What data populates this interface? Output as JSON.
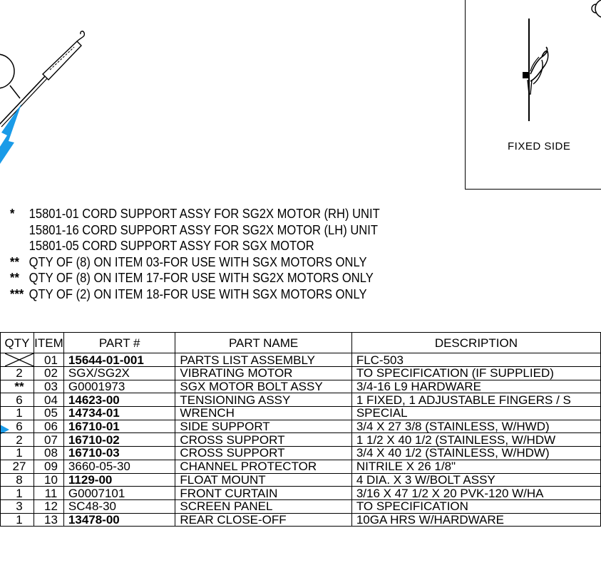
{
  "detail": {
    "label": "FIXED SIDE"
  },
  "notes": [
    {
      "mark": "*",
      "text": "15801-01 CORD SUPPORT ASSY FOR SG2X MOTOR (RH) UNIT"
    },
    {
      "mark": "",
      "text": "15801-16 CORD SUPPORT ASSY FOR SG2X MOTOR (LH) UNIT"
    },
    {
      "mark": "",
      "text": "15801-05 CORD SUPPORT ASSY FOR SGX MOTOR"
    },
    {
      "mark": "**",
      "text": "QTY OF (8) ON ITEM 03-FOR USE WITH SGX MOTORS ONLY"
    },
    {
      "mark": "**",
      "text": "QTY OF (8) ON ITEM 17-FOR USE WITH SG2X MOTORS ONLY"
    },
    {
      "mark": "***",
      "text": "QTY OF (2) ON ITEM 18-FOR USE WITH SGX MOTORS ONLY"
    }
  ],
  "table": {
    "headers": {
      "qty": "QTY",
      "item": "ITEM",
      "part": "PART #",
      "name": "PART NAME",
      "desc": "DESCRIPTION"
    },
    "rows": [
      {
        "qty": "",
        "item": "01",
        "part": "15644-01-001",
        "name": "PARTS LIST ASSEMBLY",
        "desc": "FLC-503"
      },
      {
        "qty": "2",
        "item": "02",
        "part": "SGX/SG2X",
        "name": "VIBRATING MOTOR",
        "desc": "TO SPECIFICATION (IF SUPPLIED)"
      },
      {
        "qty": "**",
        "item": "03",
        "part": "G0001973",
        "name": "SGX MOTOR BOLT ASSY",
        "desc": "3/4-16 L9 HARDWARE"
      },
      {
        "qty": "6",
        "item": "04",
        "part": "14623-00",
        "name": "TENSIONING ASSY",
        "desc": "1 FIXED, 1 ADJUSTABLE FINGERS / S"
      },
      {
        "qty": "1",
        "item": "05",
        "part": "14734-01",
        "name": "WRENCH",
        "desc": "SPECIAL"
      },
      {
        "qty": "6",
        "item": "06",
        "part": "16710-01",
        "name": "SIDE SUPPORT",
        "desc": "3/4 X 27 3/8 (STAINLESS, W/HWD)"
      },
      {
        "qty": "2",
        "item": "07",
        "part": "16710-02",
        "name": "CROSS SUPPORT",
        "desc": "1 1/2 X 40 1/2 (STAINLESS, W/HDW"
      },
      {
        "qty": "1",
        "item": "08",
        "part": "16710-03",
        "name": "CROSS SUPPORT",
        "desc": "3/4 X 40 1/2 (STAINLESS, W/HDW)"
      },
      {
        "qty": "27",
        "item": "09",
        "part": "3660-05-30",
        "name": "CHANNEL PROTECTOR",
        "desc": "NITRILE X 26 1/8\""
      },
      {
        "qty": "8",
        "item": "10",
        "part": "1129-00",
        "name": "FLOAT MOUNT",
        "desc": "4 DIA. X 3 W/BOLT ASSY"
      },
      {
        "qty": "1",
        "item": "11",
        "part": "G0007101",
        "name": "FRONT CURTAIN",
        "desc": "3/16 X 47 1/2 X 20 PVK-120 W/HA"
      },
      {
        "qty": "3",
        "item": "12",
        "part": "SC48-30",
        "name": "SCREEN PANEL",
        "desc": "TO SPECIFICATION"
      },
      {
        "qty": "1",
        "item": "13",
        "part": "13478-00",
        "name": "REAR CLOSE-OFF",
        "desc": "10GA HRS W/HARDWARE"
      }
    ]
  },
  "colors": {
    "ink": "#000000",
    "callout": "#1a9be8"
  }
}
